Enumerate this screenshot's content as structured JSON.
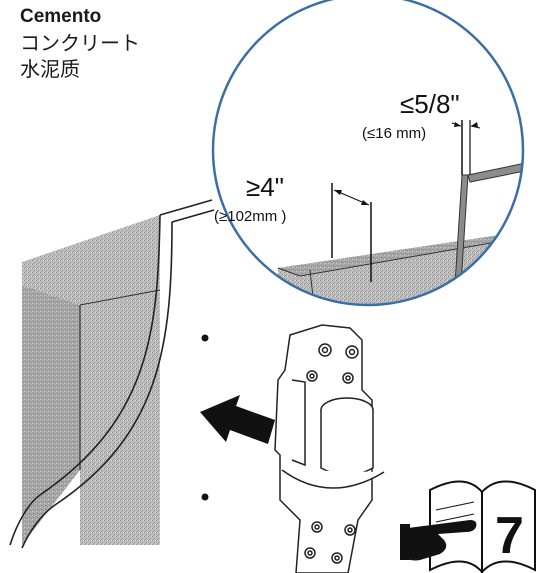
{
  "material": {
    "en": "Cemento",
    "ja": "コンクリート",
    "zh": "水泥质"
  },
  "callout": {
    "gap_max_in": "≤5/8\"",
    "gap_max_mm": "(≤16 mm)",
    "edge_min_in": "≥4\"",
    "edge_min_mm": "(≥102mm )"
  },
  "page_ref": "7",
  "icons": {
    "arrow": "arrow-left-icon",
    "book": "book-icon",
    "pointing_hand": "pointing-hand-icon",
    "bracket": "mounting-bracket-icon"
  }
}
